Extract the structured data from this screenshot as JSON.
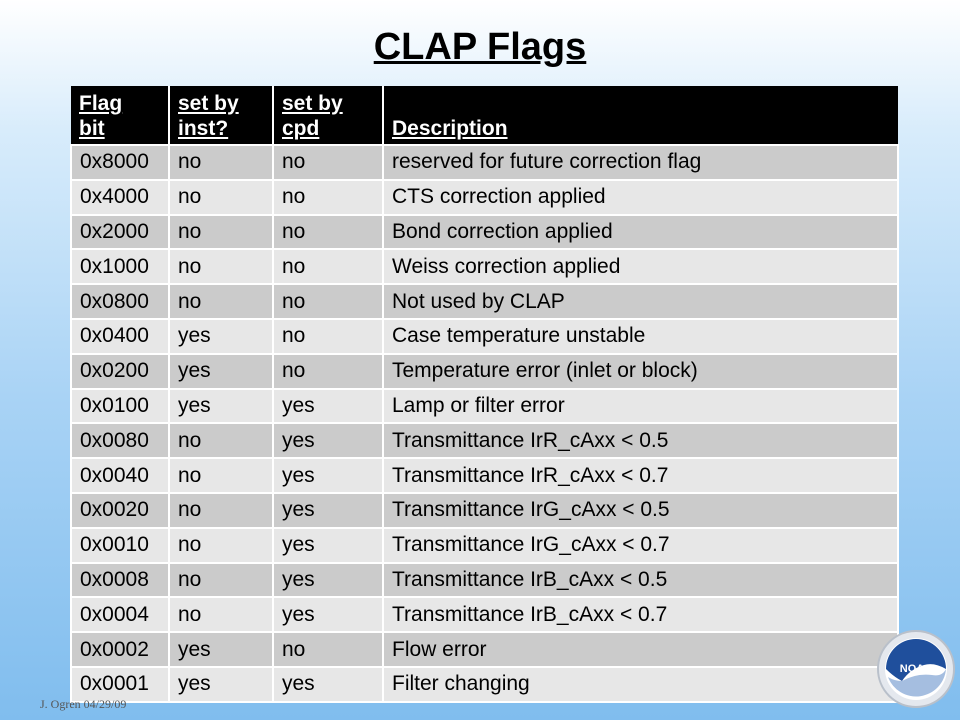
{
  "slide": {
    "title": "CLAP Flags",
    "footer": "J. Ogren   04/29/09",
    "logo_text": "NOAA"
  },
  "table": {
    "headers": [
      {
        "line1": "Flag",
        "line2": "bit"
      },
      {
        "line1": "set by",
        "line2": "inst?"
      },
      {
        "line1": "set by",
        "line2": "cpd"
      },
      {
        "line1": "",
        "line2": "Description"
      }
    ],
    "rows": [
      {
        "bit": "0x8000",
        "inst": "no",
        "cpd": "no",
        "desc": "reserved for future correction flag"
      },
      {
        "bit": "0x4000",
        "inst": "no",
        "cpd": "no",
        "desc": "CTS correction applied"
      },
      {
        "bit": "0x2000",
        "inst": "no",
        "cpd": "no",
        "desc": "Bond correction applied"
      },
      {
        "bit": "0x1000",
        "inst": "no",
        "cpd": "no",
        "desc": "Weiss correction applied"
      },
      {
        "bit": "0x0800",
        "inst": "no",
        "cpd": "no",
        "desc": "Not used by CLAP"
      },
      {
        "bit": "0x0400",
        "inst": "yes",
        "cpd": "no",
        "desc": "Case temperature unstable"
      },
      {
        "bit": "0x0200",
        "inst": "yes",
        "cpd": "no",
        "desc": "Temperature error (inlet or block)"
      },
      {
        "bit": "0x0100",
        "inst": "yes",
        "cpd": "yes",
        "desc": "Lamp or filter error"
      },
      {
        "bit": "0x0080",
        "inst": "no",
        "cpd": "yes",
        "desc": "Transmittance IrR_cAxx  < 0.5"
      },
      {
        "bit": "0x0040",
        "inst": "no",
        "cpd": "yes",
        "desc": "Transmittance IrR_cAxx  < 0.7"
      },
      {
        "bit": "0x0020",
        "inst": "no",
        "cpd": "yes",
        "desc": "Transmittance IrG_cAxx  < 0.5"
      },
      {
        "bit": "0x0010",
        "inst": "no",
        "cpd": "yes",
        "desc": "Transmittance IrG_cAxx  < 0.7"
      },
      {
        "bit": "0x0008",
        "inst": "no",
        "cpd": "yes",
        "desc": "Transmittance IrB_cAxx  < 0.5"
      },
      {
        "bit": "0x0004",
        "inst": "no",
        "cpd": "yes",
        "desc": "Transmittance IrB_cAxx  < 0.7"
      },
      {
        "bit": "0x0002",
        "inst": "yes",
        "cpd": "no",
        "desc": "Flow error"
      },
      {
        "bit": "0x0001",
        "inst": "yes",
        "cpd": "yes",
        "desc": "Filter changing"
      }
    ]
  },
  "colors": {
    "header_bg": "#000000",
    "row_dark": "#cbcbcb",
    "row_light": "#e7e7e7",
    "logo_blue": "#1f4f9c"
  }
}
